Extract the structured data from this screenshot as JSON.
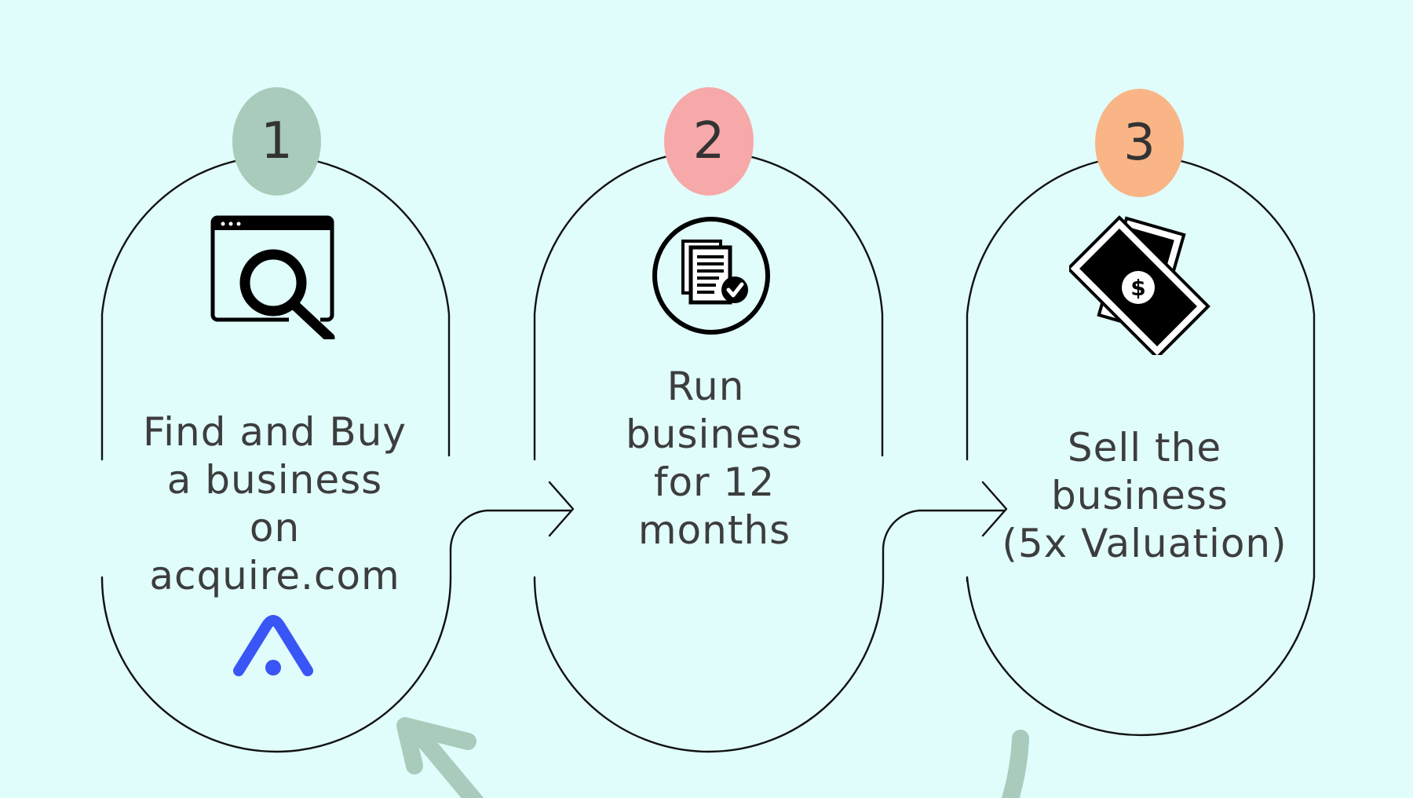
{
  "colors": {
    "background": "#e0fcfb",
    "step1_badge": "#a8cbbb",
    "step2_badge": "#f7a8a8",
    "step3_badge": "#f9b586",
    "acquire_logo": "#3a55f5",
    "cycle_arrow": "#a8cbbb",
    "outline": "#111111"
  },
  "steps": [
    {
      "number": "1",
      "lines": [
        "Find and Buy",
        "a business",
        "on",
        "acquire.com"
      ],
      "icon": "browser-search-icon",
      "logo": "acquire-logo"
    },
    {
      "number": "2",
      "lines": [
        "Run",
        "business",
        "for 12",
        "months"
      ],
      "icon": "documents-checkmark-icon"
    },
    {
      "number": "3",
      "lines": [
        "Sell the",
        "business",
        "(5x Valuation)"
      ],
      "icon": "money-bills-icon"
    }
  ]
}
